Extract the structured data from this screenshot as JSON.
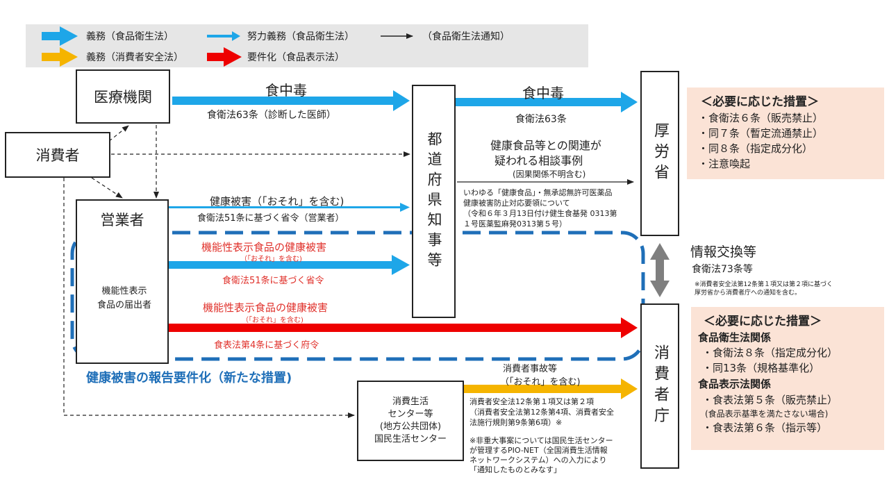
{
  "legend": {
    "items": [
      {
        "label": "義務（食品衛生法）",
        "color": "#1ea6e8"
      },
      {
        "label": "努力義務（食品衛生法）",
        "color": "#1ea6e8"
      },
      {
        "label": "（食品衛生法通知）",
        "color": "#222222"
      },
      {
        "label": "義務（消費者安全法）",
        "color": "#f5b400"
      },
      {
        "label": "要件化（食品表示法）",
        "color": "#ee0000"
      }
    ]
  },
  "nodes": {
    "iryo": "医療機関",
    "shohisha": "消費者",
    "eigyosha": "営業者",
    "kinosei_todokede": "機能性表示\n食品の届出者",
    "todofuken": "都道府県知事等",
    "koroso": "厚労省",
    "shohishacho": "消費者庁",
    "center": "消費生活\nセンター等\n(地方公共団体)\n国民生活センター"
  },
  "labels": {
    "shokuchudoku_1": "食中毒",
    "shokuchudoku_1_sub": "食衛法63条（診断した医師）",
    "shokuchudoku_2": "食中毒",
    "shokuchudoku_2_sub": "食衛法63条",
    "kenko_sodan_1": "健康食品等との関連が",
    "kenko_sodan_2": "疑われる相談事例",
    "kenko_sodan_3": "(因果関係不明含む)",
    "tsuchi_1": "いわゆる「健康食品」・無承認無許可医薬品",
    "tsuchi_2": "健康被害防止対応要領について",
    "tsuchi_3": "（令和６年３月13日付け健生食基発 0313第",
    "tsuchi_4": "１号医薬監麻発0313第５号）",
    "eigyo_higai": "健康被害（「おそれ」を含む)",
    "eigyo_higai_sub": "食衛法51条に基づく省令（営業者）",
    "kinosei_1": "機能性表示食品の健康被害",
    "kinosei_1_sub": "（「おそれ」を含む)",
    "kinosei_1_law": "食衛法51条に基づく省令",
    "kinosei_2": "機能性表示食品の健康被害",
    "kinosei_2_sub": "（「おそれ」を含む)",
    "kinosei_2_law": "食表法第4条に基づく府令",
    "new_measure": "健康被害の報告要件化（新たな措置)",
    "joho_kokan": "情報交換等",
    "joho_kokan_law": "食衛法73条等",
    "joho_note_1": "※消費者安全法第12条第１項又は第２項に基づく",
    "joho_note_2": "厚労省から消費者庁への通知を含む。",
    "jiko_1": "消費者事故等",
    "jiko_2": "（「おそれ」を含む)",
    "anzen_1": "消費者安全法12条第１項又は第２項",
    "anzen_2": "（消費者安全法第12条第4項、消費者安全",
    "anzen_3": "法施行規則第9条第6項）※",
    "pio_1": "※非重大事案については国民生活センター",
    "pio_2": "が管理するPIO-NET（全国消費生活情報",
    "pio_3": "ネットワークシステム）への入力により",
    "pio_4": "「通知したものとみなす」"
  },
  "panel_top": {
    "title": "＜必要に応じた措置＞",
    "items": [
      "・食衛法６条（販売禁止）",
      "・同７条（暫定流通禁止）",
      "・同８条（指定成分化）",
      "・注意喚起"
    ]
  },
  "panel_bottom": {
    "title": "＜必要に応じた措置＞",
    "section1": "食品衛生法関係",
    "items1": [
      "・食衛法８条（指定成分化）",
      "・同13条（規格基準化）"
    ],
    "section2": "食品表示法関係",
    "items2": [
      "・食表法第５条（販売禁止）",
      "(食品表示基準を満たさない場合)",
      "・食表法第６条（指示等）"
    ]
  },
  "colors": {
    "cyan": "#1ea6e8",
    "red": "#ee0000",
    "yellow": "#f5b400",
    "dashed_blue": "#1f6fb8",
    "panel": "#fbe3d6",
    "gray_arrow": "#7f7f7f"
  }
}
